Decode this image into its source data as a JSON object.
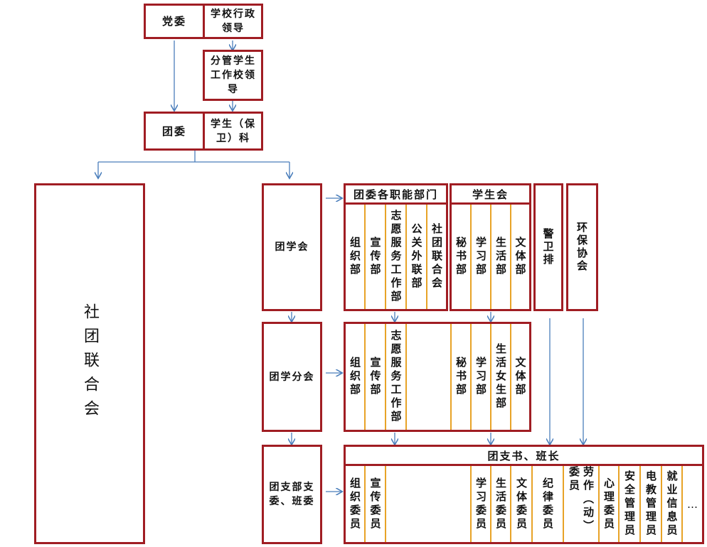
{
  "top": {
    "dangwei": "党委",
    "school_admin": "学校行政领导",
    "student_leader": "分管学生工作校领导",
    "tuanwei": "团委",
    "student_section": "学生（保卫）科"
  },
  "left": {
    "club_union": "社团联合会"
  },
  "levels": {
    "l1": "团学会",
    "l2": "团学分会",
    "l3": "团支部支委、班委"
  },
  "row1": {
    "depts_header": "团委各职能部门",
    "depts": [
      "组织部",
      "宣传部",
      "志愿服务工作部",
      "公关外联部",
      "社团联合会"
    ],
    "su_header": "学生会",
    "su": [
      "秘书部",
      "学习部",
      "生活部",
      "文体部"
    ],
    "guard": "警卫排",
    "env": "环保协会"
  },
  "row2": {
    "left": [
      "组织部",
      "宣传部",
      "志愿服务工作部"
    ],
    "right": [
      "秘书部",
      "学习部",
      "生活女生部",
      "文体部"
    ]
  },
  "row3": {
    "header": "团支书、班长",
    "left": [
      "组织委员",
      "宣传委员"
    ],
    "right": [
      "学习委员",
      "生活委员",
      "文体委员",
      "纪律委员",
      "劳作（动）委员",
      "心理委员",
      "安全管理员",
      "电教管理员",
      "就业信息员",
      "…"
    ]
  },
  "colors": {
    "border": "#a01d23",
    "divider": "#e8a327",
    "arrow": "#4a7ebb"
  }
}
